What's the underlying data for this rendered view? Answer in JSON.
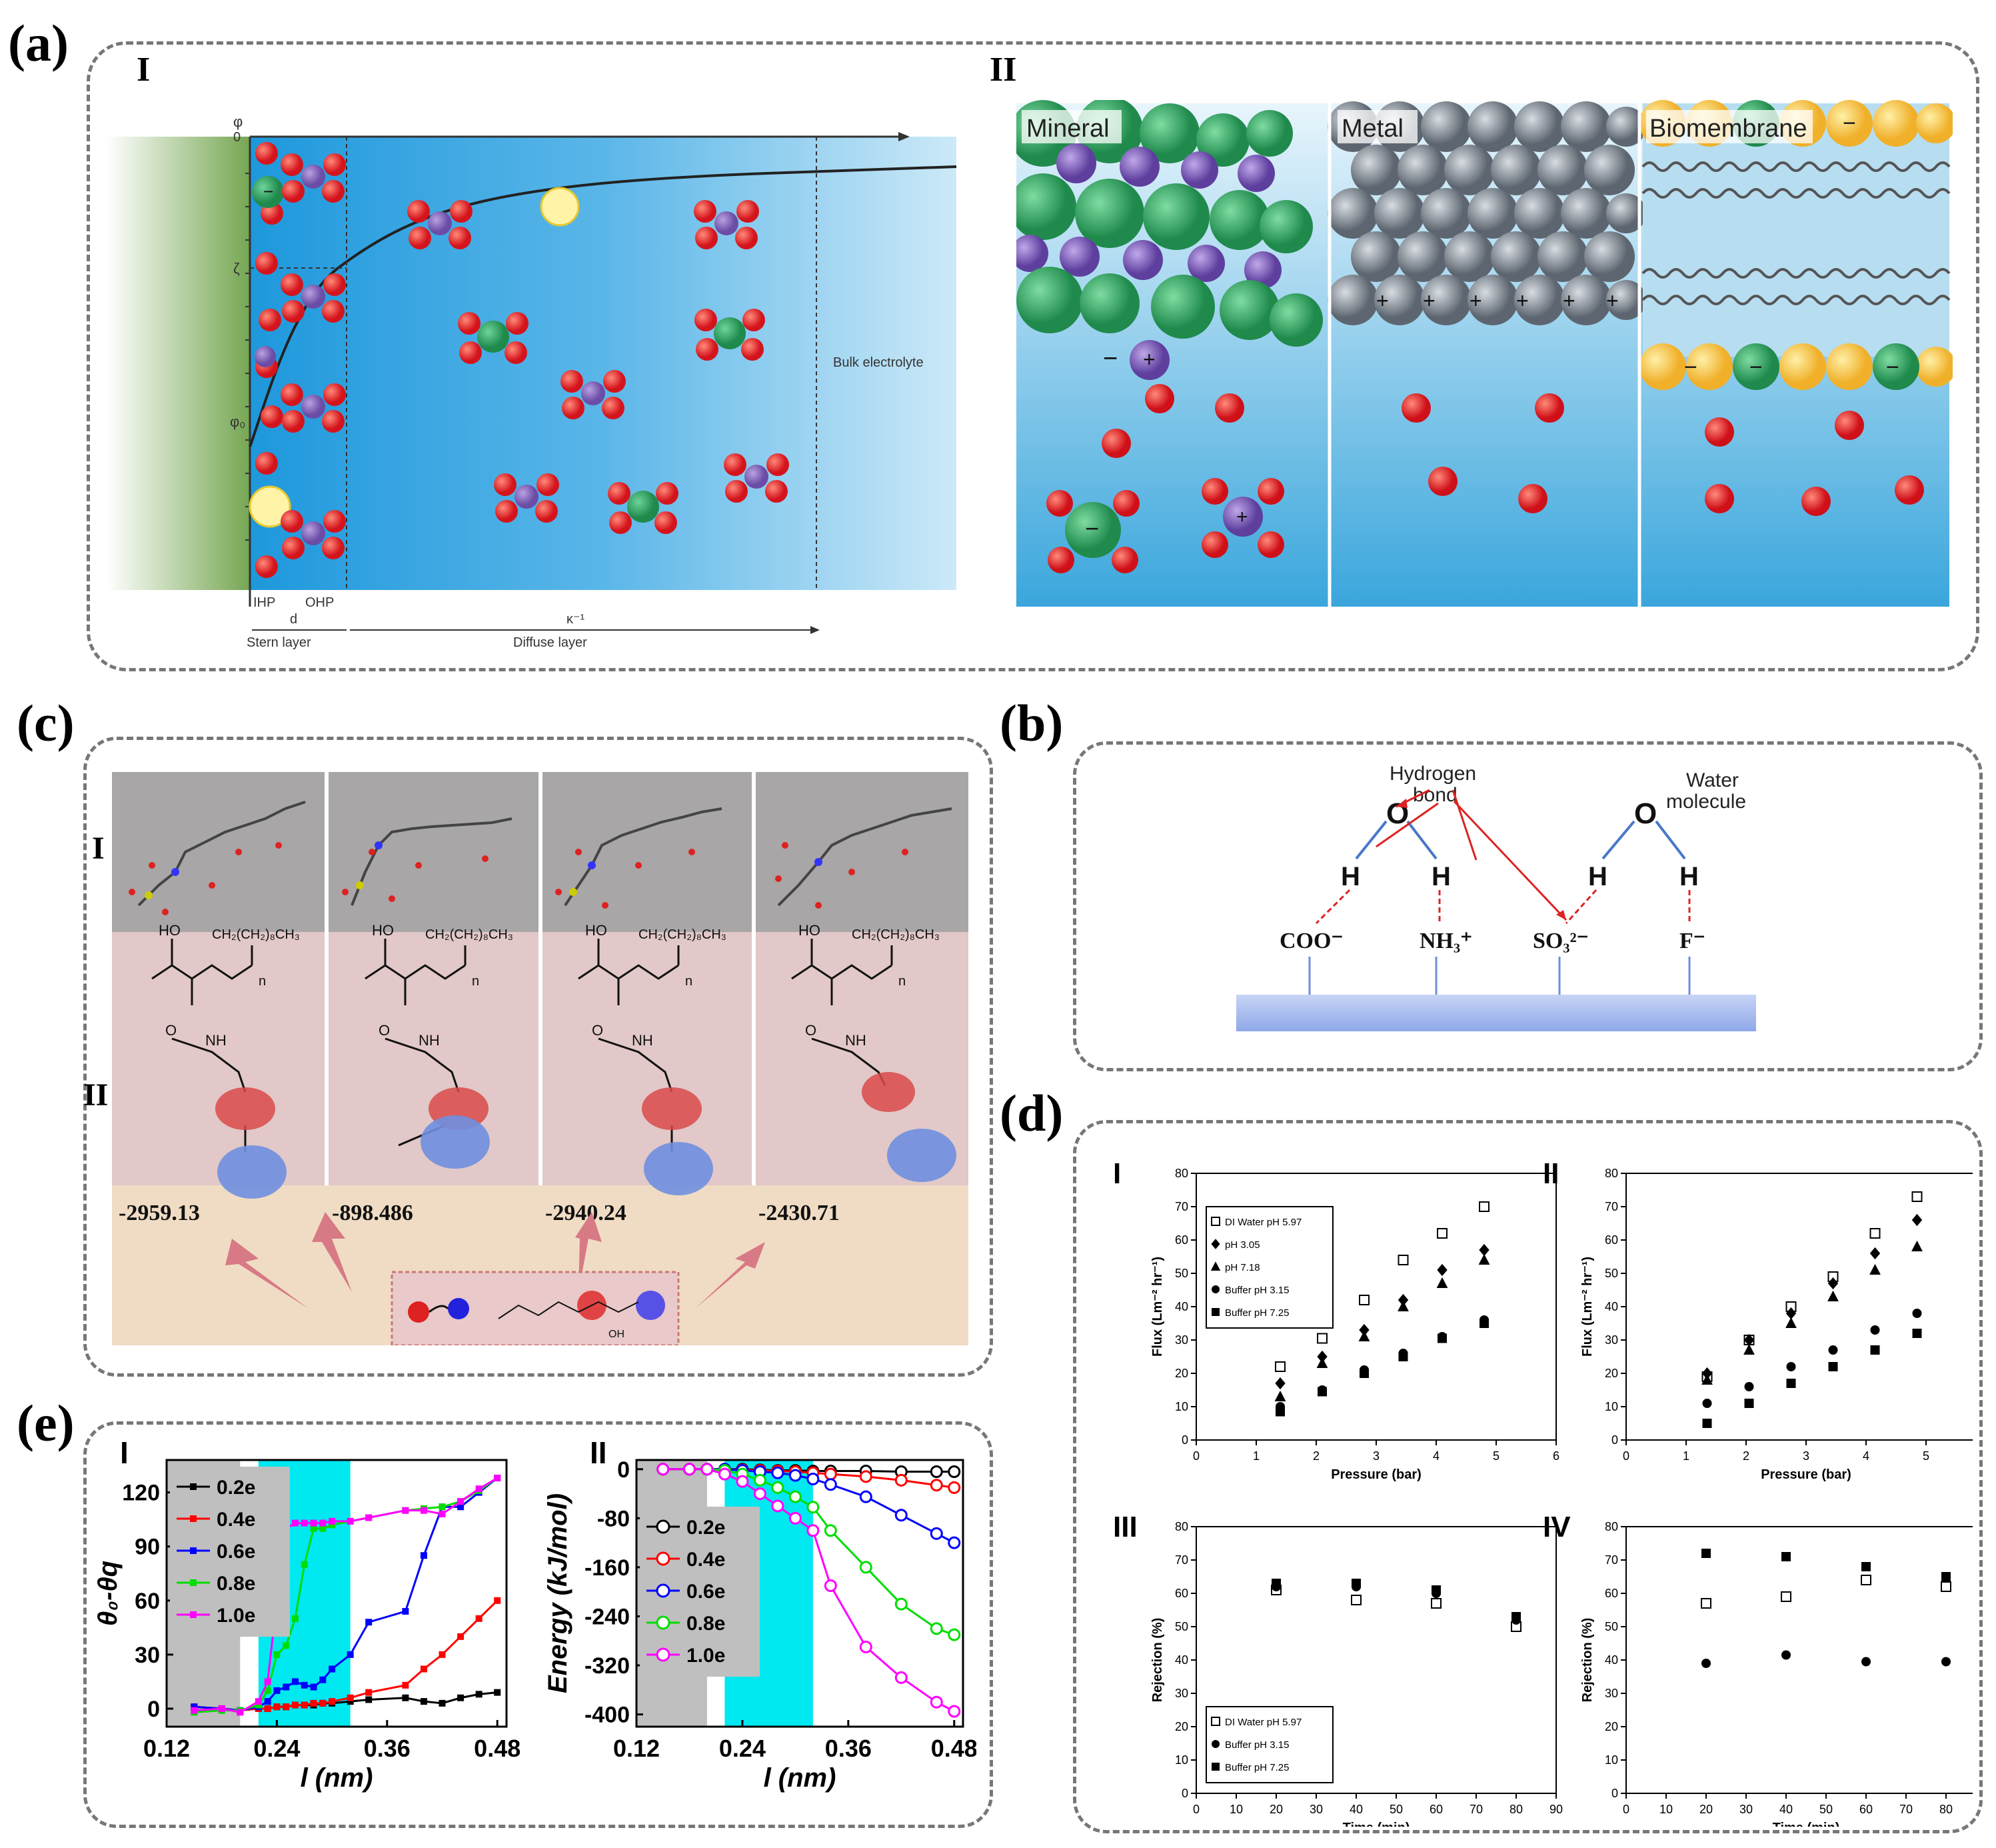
{
  "panels": {
    "a": {
      "label": "(a)",
      "sub1": "I",
      "sub2": "II",
      "edl": {
        "phi": "φ",
        "zero": "0",
        "zeta": "ζ",
        "phi0": "φ₀",
        "bulk": "Bulk electrolyte",
        "ihp": "IHP",
        "ohp": "OHP",
        "d": "d",
        "kappa": "κ⁻¹",
        "stern": "Stern layer",
        "diffuse": "Diffuse layer"
      },
      "surfaces": [
        "Mineral",
        "Metal",
        "Biomembrane"
      ]
    },
    "b": {
      "label": "(b)",
      "hbond_line1": "Hydrogen",
      "hbond_line2": "bond",
      "water_line1": "Water",
      "water_line2": "molecule",
      "atom_O": "O",
      "atom_H": "H",
      "groups": [
        "COO⁻",
        "NH₃⁺",
        "SO₃²⁻",
        "F⁻"
      ]
    },
    "c": {
      "label": "(c)",
      "sub1": "I",
      "sub2": "II",
      "energies": [
        "-2959.13",
        "-898.486",
        "-2940.24",
        "-2430.71"
      ],
      "n": "n",
      "alkyl": "CH₂(CH₂)₈CH₃",
      "ho": "HO",
      "o": "O",
      "nh": "NH",
      "oh": "OH"
    },
    "d": {
      "label": "(d)",
      "subs": [
        "I",
        "II",
        "III",
        "IV"
      ]
    },
    "e": {
      "label": "(e)",
      "subs": [
        "I",
        "II"
      ]
    }
  },
  "chart_data": [
    {
      "id": "e-I",
      "type": "line",
      "ylabel": "θ₀-θq",
      "xlabel": "l (nm)",
      "x": [
        0.15,
        0.18,
        0.2,
        0.22,
        0.23,
        0.24,
        0.25,
        0.26,
        0.27,
        0.28,
        0.29,
        0.3,
        0.32,
        0.34,
        0.38,
        0.4,
        0.42,
        0.44,
        0.46,
        0.48
      ],
      "xticks": [
        "0.12",
        "0.24",
        "0.36",
        "0.48"
      ],
      "yticks": [
        "0",
        "30",
        "60",
        "90",
        "120"
      ],
      "ylim": [
        -10,
        138
      ],
      "xlim": [
        0.12,
        0.49
      ],
      "series": [
        {
          "name": "0.2e",
          "color": "#000000",
          "y": [
            1,
            0,
            -1,
            0,
            0,
            1,
            1,
            2,
            2,
            2,
            3,
            3,
            4,
            5,
            6,
            4,
            3,
            6,
            8,
            9
          ]
        },
        {
          "name": "0.4e",
          "color": "#ff0000",
          "y": [
            1,
            0,
            -1,
            0,
            0,
            1,
            1,
            2,
            2,
            3,
            3,
            4,
            6,
            9,
            13,
            22,
            30,
            40,
            50,
            60
          ]
        },
        {
          "name": "0.6e",
          "color": "#0000ff",
          "y": [
            1,
            0,
            -1,
            1,
            4,
            10,
            12,
            15,
            13,
            12,
            16,
            22,
            30,
            48,
            54,
            85,
            112,
            112,
            120,
            128
          ]
        },
        {
          "name": "0.8e",
          "color": "#00dd00",
          "y": [
            -2,
            -1,
            -1,
            2,
            10,
            30,
            35,
            50,
            80,
            100,
            100,
            102,
            104,
            106,
            110,
            111,
            112,
            115,
            121,
            128
          ]
        },
        {
          "name": "1.0e",
          "color": "#ff00ff",
          "y": [
            -1,
            0,
            -2,
            4,
            15,
            60,
            100,
            103,
            103,
            103,
            103,
            104,
            104,
            106,
            110,
            110,
            108,
            115,
            122,
            128
          ]
        }
      ]
    },
    {
      "id": "e-II",
      "type": "line",
      "ylabel": "Energy (kJ/mol)",
      "xlabel": "l (nm)",
      "x": [
        0.15,
        0.18,
        0.2,
        0.22,
        0.24,
        0.26,
        0.28,
        0.3,
        0.32,
        0.34,
        0.38,
        0.42,
        0.46,
        0.48
      ],
      "xticks": [
        "0.12",
        "0.24",
        "0.36",
        "0.48"
      ],
      "yticks": [
        "0",
        "-80",
        "-160",
        "-240",
        "-320",
        "-400"
      ],
      "ylim": [
        -420,
        15
      ],
      "xlim": [
        0.12,
        0.49
      ],
      "series": [
        {
          "name": "0.2e",
          "color": "#000000",
          "y": [
            0,
            0,
            0,
            0,
            0,
            -1,
            -2,
            -2,
            -3,
            -3,
            -3,
            -4,
            -4,
            -4
          ]
        },
        {
          "name": "0.4e",
          "color": "#ff0000",
          "y": [
            0,
            0,
            0,
            0,
            -1,
            -2,
            -3,
            -4,
            -6,
            -8,
            -12,
            -18,
            -26,
            -30
          ]
        },
        {
          "name": "0.6e",
          "color": "#0000ff",
          "y": [
            0,
            0,
            0,
            0,
            -2,
            -4,
            -6,
            -10,
            -16,
            -25,
            -45,
            -75,
            -105,
            -120
          ]
        },
        {
          "name": "0.8e",
          "color": "#00dd00",
          "y": [
            0,
            0,
            0,
            -2,
            -8,
            -18,
            -30,
            -45,
            -62,
            -100,
            -160,
            -220,
            -260,
            -270
          ]
        },
        {
          "name": "1.0e",
          "color": "#ff00ff",
          "y": [
            0,
            0,
            0,
            -8,
            -20,
            -40,
            -60,
            -80,
            -100,
            -190,
            -290,
            -340,
            -380,
            -395
          ]
        }
      ]
    },
    {
      "id": "d-I",
      "type": "scatter",
      "xlabel": "Pressure (bar)",
      "ylabel": "Flux (Lm⁻² hr⁻¹)",
      "xlim": [
        0,
        6
      ],
      "ylim": [
        0,
        80
      ],
      "xticks": [
        "0",
        "1",
        "2",
        "3",
        "4",
        "5",
        "6"
      ],
      "yticks": [
        "0",
        "10",
        "20",
        "30",
        "40",
        "50",
        "60",
        "70",
        "80"
      ],
      "series": [
        {
          "name": "DI Water pH 5.97",
          "marker": "open-square",
          "x": [
            1.4,
            2.1,
            2.8,
            3.45,
            4.1,
            4.8
          ],
          "y": [
            22,
            30.5,
            42,
            54,
            62,
            70
          ]
        },
        {
          "name": "pH 3.05",
          "marker": "diamond",
          "x": [
            1.4,
            2.1,
            2.8,
            3.45,
            4.1,
            4.8
          ],
          "y": [
            17,
            25,
            33,
            42,
            51,
            57
          ]
        },
        {
          "name": "pH 7.18",
          "marker": "triangle",
          "x": [
            1.4,
            2.1,
            2.8,
            3.45,
            4.1,
            4.8
          ],
          "y": [
            13,
            23,
            31,
            40,
            47,
            54
          ]
        },
        {
          "name": "Buffer pH 3.15",
          "marker": "circle",
          "x": [
            1.4,
            2.1,
            2.8,
            3.45,
            4.1,
            4.8
          ],
          "y": [
            10,
            15,
            21,
            26,
            31,
            36
          ]
        },
        {
          "name": "Buffer pH 7.25",
          "marker": "square",
          "x": [
            1.4,
            2.1,
            2.8,
            3.45,
            4.1,
            4.8
          ],
          "y": [
            8.5,
            14.5,
            20,
            25,
            30.5,
            35
          ]
        }
      ]
    },
    {
      "id": "d-II",
      "type": "scatter",
      "xlabel": "Pressure (bar)",
      "ylabel": "Flux (Lm⁻² hr⁻¹)",
      "xlim": [
        0,
        6
      ],
      "ylim": [
        0,
        80
      ],
      "xticks": [
        "0",
        "1",
        "2",
        "3",
        "4",
        "5",
        "6"
      ],
      "yticks": [
        "0",
        "10",
        "20",
        "30",
        "40",
        "50",
        "60",
        "70",
        "80"
      ],
      "series": [
        {
          "marker": "open-square",
          "x": [
            1.35,
            2.05,
            2.75,
            3.45,
            4.15,
            4.85
          ],
          "y": [
            19,
            30,
            40,
            49,
            62,
            73
          ]
        },
        {
          "marker": "diamond",
          "x": [
            1.35,
            2.05,
            2.75,
            3.45,
            4.15,
            4.85
          ],
          "y": [
            20,
            30,
            38,
            47,
            56,
            66
          ]
        },
        {
          "marker": "triangle",
          "x": [
            1.35,
            2.05,
            2.75,
            3.45,
            4.15,
            4.85
          ],
          "y": [
            18,
            27,
            35,
            43,
            51,
            58
          ]
        },
        {
          "marker": "circle",
          "x": [
            1.35,
            2.05,
            2.75,
            3.45,
            4.15,
            4.85
          ],
          "y": [
            11,
            16,
            22,
            27,
            33,
            38
          ]
        },
        {
          "marker": "square",
          "x": [
            1.35,
            2.05,
            2.75,
            3.45,
            4.15,
            4.85
          ],
          "y": [
            5,
            11,
            17,
            22,
            27,
            32
          ]
        }
      ]
    },
    {
      "id": "d-III",
      "type": "scatter",
      "xlabel": "Time (min)",
      "ylabel": "Rejection (%)",
      "xlim": [
        0,
        90
      ],
      "ylim": [
        0,
        80
      ],
      "xticks": [
        "0",
        "10",
        "20",
        "30",
        "40",
        "50",
        "60",
        "70",
        "80",
        "90"
      ],
      "yticks": [
        "0",
        "10",
        "20",
        "30",
        "40",
        "50",
        "60",
        "70",
        "80"
      ],
      "series": [
        {
          "name": "DI Water pH 5.97",
          "marker": "open-square",
          "x": [
            20,
            40,
            60,
            80
          ],
          "y": [
            61,
            58,
            57,
            50
          ]
        },
        {
          "name": "Buffer pH 3.15",
          "marker": "circle",
          "x": [
            20,
            40,
            60,
            80
          ],
          "y": [
            62,
            62,
            60,
            52
          ]
        },
        {
          "name": "Buffer pH 7.25",
          "marker": "square",
          "x": [
            20,
            40,
            60,
            80
          ],
          "y": [
            63,
            63,
            61,
            53
          ]
        }
      ]
    },
    {
      "id": "d-IV",
      "type": "scatter",
      "xlabel": "Time (min)",
      "ylabel": "Rejection (%)",
      "xlim": [
        0,
        90
      ],
      "ylim": [
        0,
        80
      ],
      "xticks": [
        "0",
        "10",
        "20",
        "30",
        "40",
        "50",
        "60",
        "70",
        "80",
        "90"
      ],
      "yticks": [
        "0",
        "10",
        "20",
        "30",
        "40",
        "50",
        "60",
        "70",
        "80"
      ],
      "series": [
        {
          "marker": "open-square",
          "x": [
            20,
            40,
            60,
            80
          ],
          "y": [
            57,
            59,
            64,
            62
          ]
        },
        {
          "marker": "circle",
          "x": [
            20,
            40,
            60,
            80
          ],
          "y": [
            39,
            41.5,
            39.5,
            39.5
          ]
        },
        {
          "marker": "square",
          "x": [
            20,
            40,
            60,
            80
          ],
          "y": [
            72,
            71,
            68,
            65
          ]
        }
      ]
    }
  ]
}
